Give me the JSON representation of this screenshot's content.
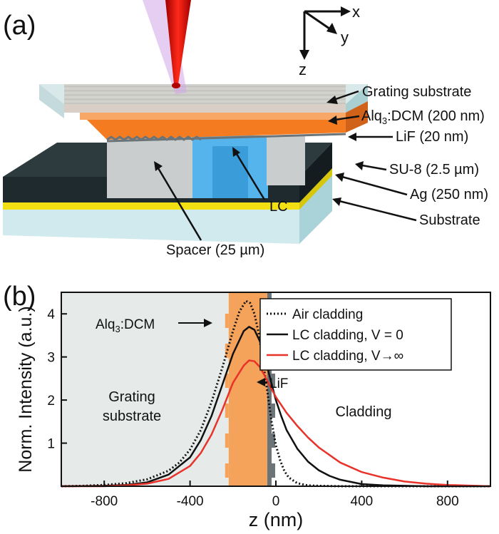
{
  "panel_a": {
    "label": "(a)",
    "axes": {
      "x": "x",
      "y": "y",
      "z": "z"
    },
    "labels": {
      "grating_substrate": "Grating substrate",
      "alq3_base": "Alq",
      "alq3_sub": "3",
      "alq3_rest": ":DCM (200 nm)",
      "lif": "LiF (20 nm)",
      "su8": "SU-8 (2.5 µm)",
      "ag": "Ag (250 nm)",
      "substrate": "Substrate",
      "lc": "LC",
      "spacer": "Spacer (25 µm)"
    }
  },
  "panel_b": {
    "label": "(b)",
    "region_labels": {
      "grating_line1": "Grating",
      "grating_line2": "substrate",
      "cladding": "Cladding",
      "alq3_base": "Alq",
      "alq3_sub": "3",
      "alq3_rest": ":DCM",
      "lif": "LiF"
    },
    "legend": [
      {
        "name": "Air cladding"
      },
      {
        "name": "LC cladding, V = 0"
      },
      {
        "name_base": "LC cladding, V",
        "name_symbol": "→∞"
      }
    ]
  },
  "colors": {
    "grating_substrate": "#e6ebea",
    "alq3": "#f5a35a",
    "alq3_3d": "#f47b20",
    "lif": "#6b7478",
    "su8": "#1e2a2e",
    "ag": "#f2e012",
    "substrate": "#cfe9ec",
    "lc": "#3fa9e8",
    "spacer": "#c9cdcd",
    "laser": "#e01010",
    "laser_purple": "#cfa6e8",
    "series_red": "#e8322a",
    "series_black": "#111111"
  },
  "chart_data": {
    "type": "line",
    "xlabel": "z (nm)",
    "ylabel": "Norm. Intensity (a.u.)",
    "xlim": [
      -1000,
      1000
    ],
    "ylim": [
      0,
      4.5
    ],
    "xticks": [
      -800,
      -400,
      0,
      400,
      800
    ],
    "yticks": [
      1,
      2,
      3,
      4
    ],
    "regions": [
      {
        "name": "Grating substrate",
        "from": -1000,
        "to": -220
      },
      {
        "name": "Alq3:DCM",
        "from": -220,
        "to": -40
      },
      {
        "name": "LiF",
        "from": -40,
        "to": -20
      }
    ],
    "series": [
      {
        "name": "Air cladding",
        "style": "dotted",
        "x": [
          -1000,
          -900,
          -800,
          -700,
          -600,
          -500,
          -450,
          -400,
          -350,
          -300,
          -250,
          -200,
          -170,
          -140,
          -120,
          -100,
          -80,
          -60,
          -40,
          -20,
          0,
          20,
          40,
          60,
          100,
          150,
          200,
          300,
          400,
          500,
          600,
          800,
          1000
        ],
        "y": [
          0,
          0.01,
          0.03,
          0.07,
          0.16,
          0.36,
          0.55,
          0.85,
          1.3,
          1.95,
          2.75,
          3.6,
          4.05,
          4.3,
          4.25,
          4.0,
          3.55,
          2.9,
          2.2,
          1.5,
          0.95,
          0.6,
          0.35,
          0.2,
          0.07,
          0.02,
          0.01,
          0,
          0,
          0,
          0,
          0,
          0
        ]
      },
      {
        "name": "LC cladding, V = 0",
        "style": "solid",
        "x": [
          -1000,
          -800,
          -700,
          -600,
          -500,
          -400,
          -350,
          -300,
          -250,
          -200,
          -150,
          -125,
          -100,
          -75,
          -50,
          -25,
          0,
          25,
          50,
          100,
          150,
          200,
          250,
          300,
          400,
          500,
          600,
          700,
          800,
          1000
        ],
        "y": [
          0,
          0.01,
          0.03,
          0.09,
          0.27,
          0.67,
          1.07,
          1.63,
          2.35,
          3.07,
          3.6,
          3.7,
          3.63,
          3.37,
          2.97,
          2.47,
          2.0,
          1.63,
          1.3,
          0.87,
          0.57,
          0.37,
          0.24,
          0.15,
          0.05,
          0.02,
          0.01,
          0,
          0,
          0
        ]
      },
      {
        "name": "LC cladding, V→∞",
        "style": "solid",
        "x": [
          -1000,
          -800,
          -700,
          -600,
          -500,
          -400,
          -350,
          -300,
          -250,
          -200,
          -150,
          -125,
          -100,
          -75,
          -50,
          -25,
          0,
          50,
          100,
          150,
          200,
          300,
          400,
          500,
          600,
          700,
          800,
          1000
        ],
        "y": [
          0,
          0,
          0.02,
          0.06,
          0.17,
          0.47,
          0.77,
          1.2,
          1.77,
          2.4,
          2.8,
          2.92,
          2.9,
          2.77,
          2.55,
          2.3,
          2.07,
          1.7,
          1.4,
          1.13,
          0.9,
          0.55,
          0.33,
          0.2,
          0.11,
          0.06,
          0.03,
          0
        ]
      }
    ]
  }
}
